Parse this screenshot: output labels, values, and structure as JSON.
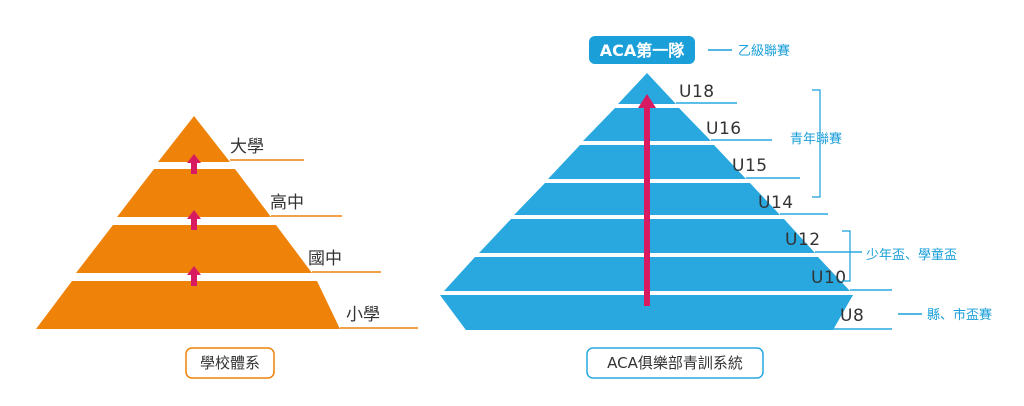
{
  "school_pyramid": {
    "levels": [
      "大學",
      "高中",
      "國中",
      "小學"
    ],
    "caption": "學校體系",
    "color": "#ef8208",
    "arrow_color": "#d81b60"
  },
  "club_pyramid": {
    "top_label": "ACA第一隊",
    "top_note": "乙級聯賽",
    "levels": [
      "U18",
      "U16",
      "U15",
      "U14",
      "U12",
      "U10",
      "U8"
    ],
    "groups": [
      {
        "label": "青年聯賽"
      },
      {
        "label": "少年盃、學童盃"
      },
      {
        "label": "縣、市盃賽"
      }
    ],
    "caption": "ACA俱樂部青訓系統",
    "color": "#29a8e0",
    "arrow_color": "#d81b60"
  }
}
